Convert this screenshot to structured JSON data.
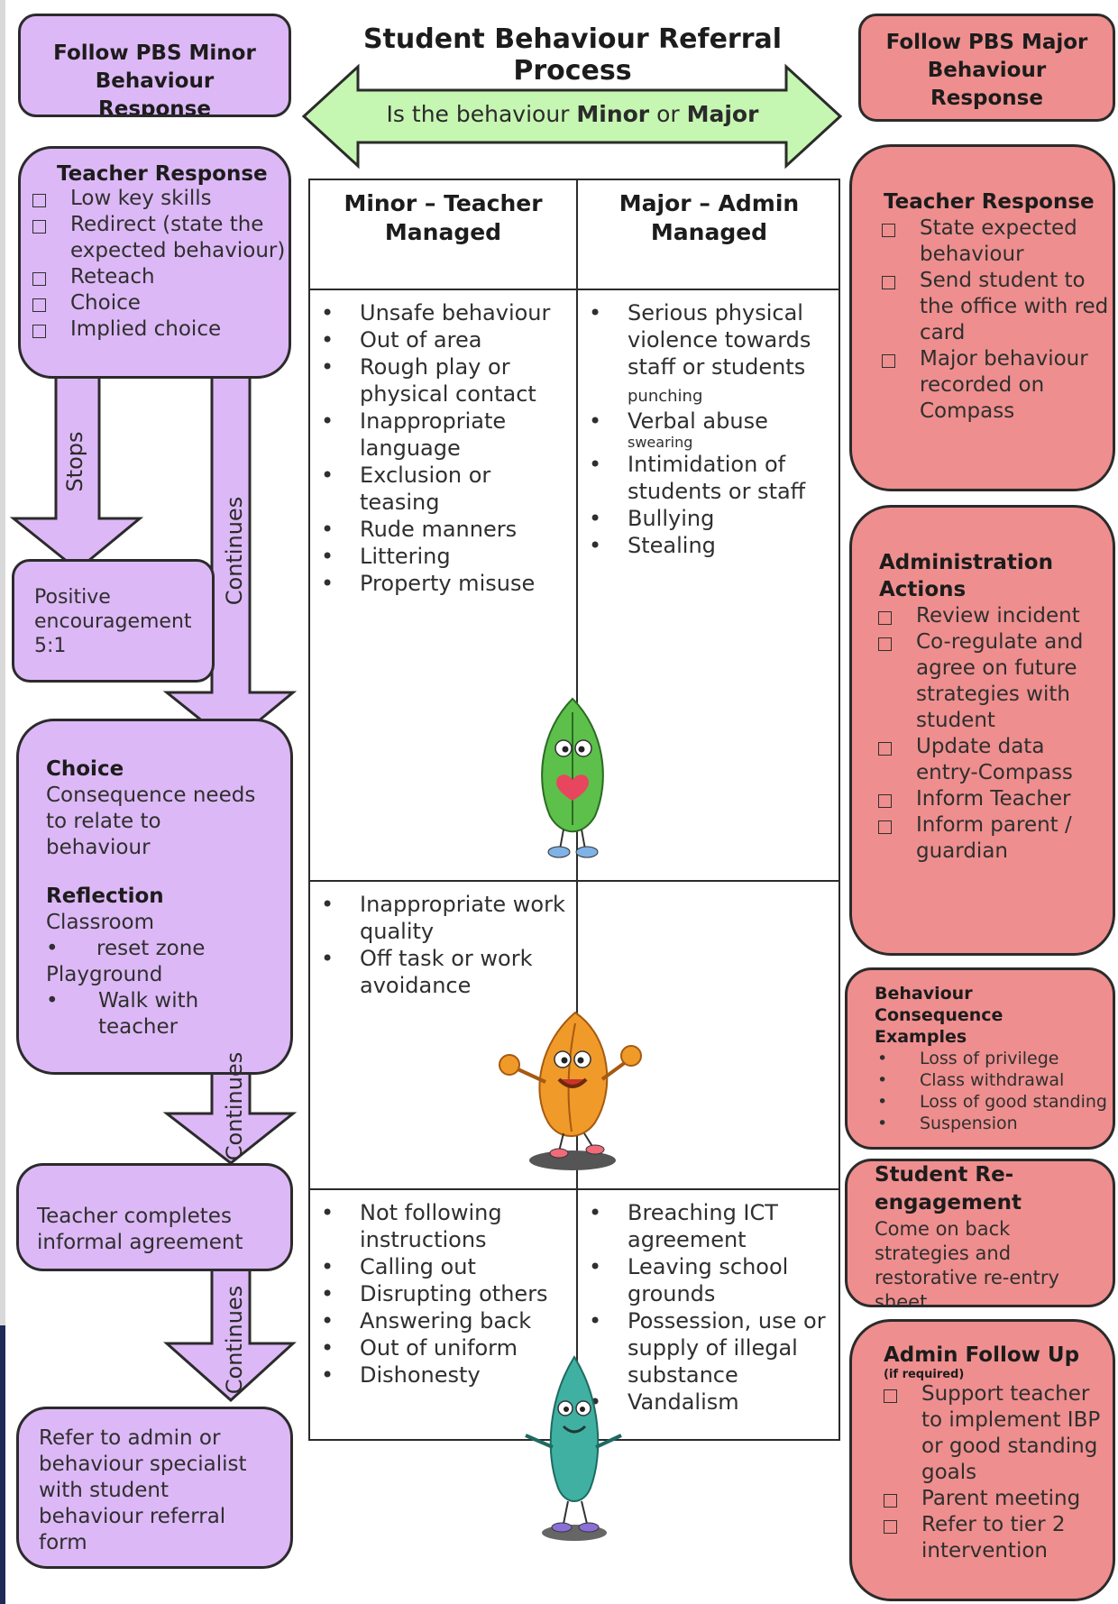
{
  "title": "Student Behaviour Referral Process",
  "question": {
    "prefix": "Is the behaviour ",
    "minor": "Minor",
    "or": " or ",
    "major": "Major"
  },
  "minor_response": {
    "title": "Follow PBS Minor Behaviour Response"
  },
  "major_response": {
    "title": "Follow PBS Major Behaviour Response"
  },
  "teacher_response_minor": {
    "title": "Teacher Response",
    "items": [
      "Low key skills",
      "Redirect (state the expected behaviour)",
      "Reteach",
      "Choice",
      "Implied choice"
    ]
  },
  "arrows": {
    "stops": "Stops",
    "continues": "Continues"
  },
  "positive": {
    "text": "Positive encouragement 5:1"
  },
  "choice_box": {
    "choice_title": "Choice",
    "choice_text": "Consequence needs to relate to behaviour",
    "reflection_title": "Reflection",
    "classroom": "Classroom",
    "classroom_item": "reset zone",
    "playground": "Playground",
    "playground_item": "Walk with teacher"
  },
  "informal": {
    "text": "Teacher completes informal agreement"
  },
  "refer": {
    "text": "Refer to admin or behaviour specialist with student behaviour referral form"
  },
  "table": {
    "minor_header": "Minor – Teacher Managed",
    "major_header": "Major – Admin Managed",
    "row1_minor": [
      "Unsafe behaviour",
      "Out of area",
      "Rough play or physical contact",
      "Inappropriate language",
      "Exclusion or teasing",
      "Rude manners",
      "Littering",
      "Property misuse"
    ],
    "row1_major": {
      "violence": "Serious physical violence towards staff or students",
      "violence_note": "punching",
      "verbal": "Verbal abuse",
      "verbal_note": "swearing",
      "others": [
        "Intimidation of students or staff",
        "Bullying",
        "Stealing"
      ]
    },
    "row2_minor": [
      "Inappropriate work quality",
      "Off task or work avoidance"
    ],
    "row3_minor": [
      "Not following instructions",
      "Calling out",
      "Disrupting others",
      "Answering back",
      "Out of uniform",
      "Dishonesty"
    ],
    "row3_major": [
      "Breaching ICT agreement",
      "Leaving school grounds",
      "Possession, use or supply of illegal substance",
      "Vandalism"
    ]
  },
  "teacher_response_major": {
    "title": "Teacher Response",
    "items": [
      "State expected behaviour",
      "Send student to the office with red card",
      "Major behaviour recorded on Compass"
    ]
  },
  "admin_actions": {
    "title": "Administration Actions",
    "items": [
      "Review incident",
      "Co-regulate and agree on future strategies with student",
      "Update data entry-Compass",
      "Inform Teacher",
      "Inform parent / guardian"
    ]
  },
  "consequences": {
    "title": "Behaviour Consequence Examples",
    "items": [
      "Loss of privilege",
      "Class withdrawal",
      "Loss of good standing",
      "Suspension"
    ]
  },
  "reengagement": {
    "title": "Student Re-engagement",
    "text": "Come on back strategies and restorative re-entry sheet"
  },
  "followup": {
    "title": "Admin Follow Up",
    "note": "(if required)",
    "items": [
      "Support teacher to implement IBP or good standing goals",
      "Parent meeting",
      "Refer to tier 2 intervention"
    ]
  },
  "colors": {
    "purple": "#ddb8f6",
    "red": "#ef8e8e",
    "green_arrow": "#c6f7b2"
  }
}
